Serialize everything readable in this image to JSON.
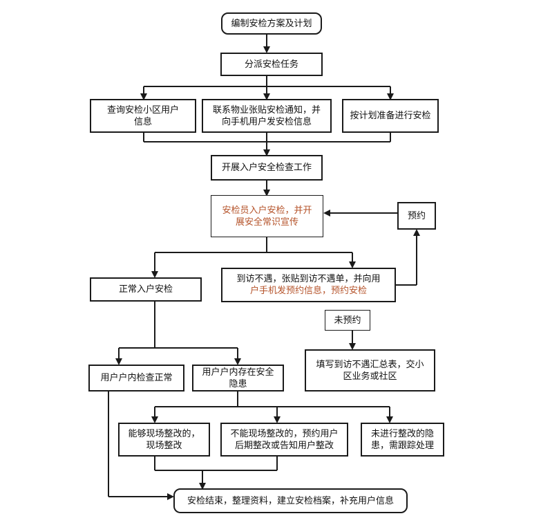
{
  "nodes": {
    "plan": "编制安检方案及计划",
    "assign": "分派安检任务",
    "query_l1": "查询安检小区用户",
    "query_l2": "信息",
    "notify_l1": "联系物业张贴安检通知，并",
    "notify_l2": "向手机用户发安检信息",
    "by_plan": "按计划准备进行安检",
    "start": "开展入户安全检查工作",
    "enter_l1": "安检员入户安检，并开",
    "enter_l2": "展安全常识宣传",
    "appointment": "预约",
    "normal_entry": "正常入户安检",
    "absent_l1": "到访不遇，张贴到访不遇单，并向用",
    "absent_l2": "户手机发预约信息，预约安检",
    "no_appointment": "未预约",
    "fill_l1": "填写到访不遇汇总表，交小",
    "fill_l2": "区业务或社区",
    "normal_result": "用户户内检查正常",
    "hazard_l1": "用户户内存在安全",
    "hazard_l2": "隐患",
    "fix_onsite_l1": "能够现场整改的，",
    "fix_onsite_l2": "现场整改",
    "cannot_fix_l1": "不能现场整改的，预约用户",
    "cannot_fix_l2": "后期整改或告知用户整改",
    "not_fixed_l1": "未进行整改的隐",
    "not_fixed_l2": "患，需跟踪处理",
    "end": "安检结束，整理资料，建立安检档案，补充用户信息"
  },
  "colors": {
    "line": "#1a1a1a",
    "accent_text": "#b5532a"
  }
}
